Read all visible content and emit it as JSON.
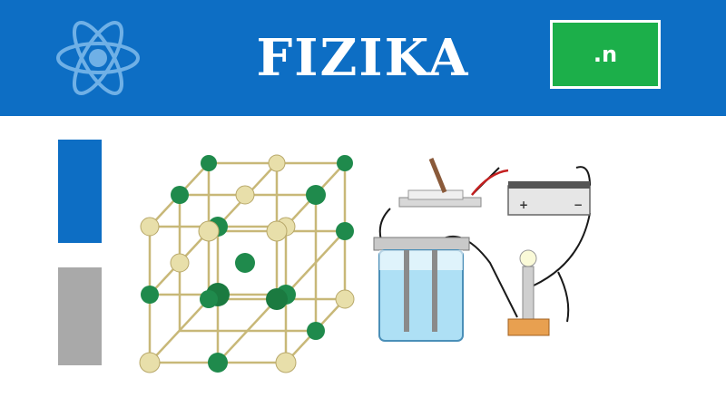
{
  "header": {
    "title": "FIZIKA",
    "badge_label": ".n"
  },
  "icons": {
    "logo": "atom-icon",
    "lattice": "crystal-lattice-illustration",
    "circuit": "electrolysis-circuit-illustration"
  },
  "colors": {
    "banner": "#0d6ec4",
    "badge": "#1caf4a",
    "gray_bar": "#a9a9a9",
    "green_atom": "#1f8a4c",
    "cream_atom": "#e8dfaa",
    "water": "#aee0f5"
  },
  "battery": {
    "plus": "+",
    "minus": "−"
  }
}
